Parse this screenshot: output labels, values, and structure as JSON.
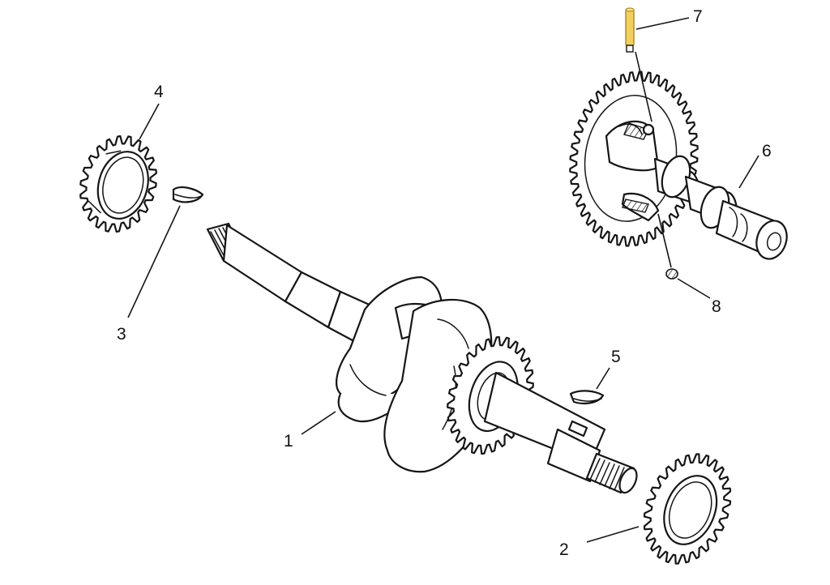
{
  "callouts": {
    "c1": "1",
    "c2": "2",
    "c3": "3",
    "c4": "4",
    "c5": "5",
    "c6": "6",
    "c7": "7",
    "c8": "8"
  },
  "colors": {
    "line": "#151515",
    "highlight": "#f2d060",
    "highlight_edge": "#b8922c"
  }
}
